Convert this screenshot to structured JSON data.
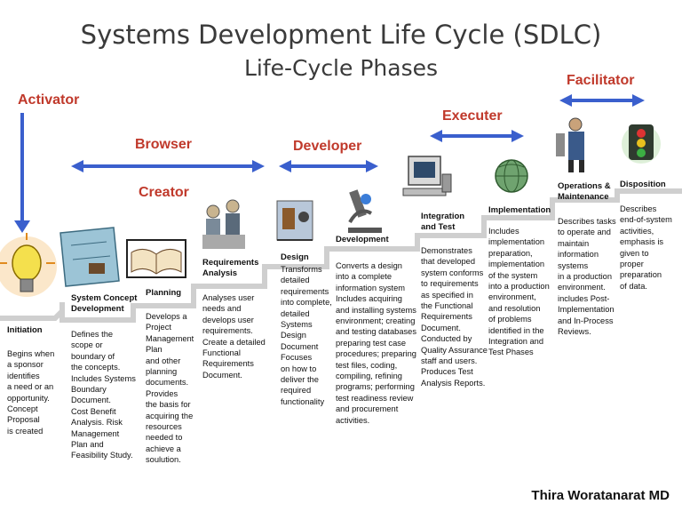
{
  "title": "Systems Development Life Cycle (SDLC)",
  "subtitle": "Life-Cycle Phases",
  "roles": {
    "activator": "Activator",
    "browser": "Browser",
    "creator": "Creator",
    "developer": "Developer",
    "executer": "Executer",
    "facilitator": "Facilitator"
  },
  "colors": {
    "role_text": "#c0392b",
    "arrow": "#3a5fcd",
    "stairs": "#cfcfcf"
  },
  "phases": [
    {
      "id": "initiation",
      "title": [
        "Initiation"
      ],
      "description": [
        "Begins when",
        "a sponsor",
        "identifies",
        "a need or an",
        "opportunity.",
        "Concept",
        "Proposal",
        "is created"
      ],
      "icon": "lightbulb-icon"
    },
    {
      "id": "concept",
      "title": [
        "System Concept",
        "Development"
      ],
      "description": [
        "Defines the",
        "scope or",
        "boundary of",
        "the concepts.",
        "Includes Systems",
        "Boundary",
        "Document.",
        "Cost Benefit",
        "Analysis. Risk",
        "Management",
        "Plan and",
        "Feasibility Study."
      ],
      "icon": "blueprint-icon"
    },
    {
      "id": "planning",
      "title": [
        "Planning"
      ],
      "description": [
        "Develops a",
        "Project",
        "Management",
        "Plan",
        "and other",
        "planning",
        "documents.",
        "Provides",
        "the basis for",
        "acquiring the",
        "resources",
        "needed to",
        "achieve a",
        "soulution."
      ],
      "icon": "book-icon"
    },
    {
      "id": "requirements",
      "title": [
        "Requirements",
        "Analysis"
      ],
      "description": [
        "Analyses user",
        "needs and",
        "develops user",
        "requirements.",
        "Create a detailed",
        "Functional",
        "Requirements",
        "Document."
      ],
      "icon": "people-icon"
    },
    {
      "id": "design",
      "title": [
        "Design"
      ],
      "description": [
        "Transforms",
        "detailed",
        "requirements",
        "into complete,",
        "detailed",
        "Systems",
        "Design",
        "Document",
        "Focuses",
        "on how to",
        "deliver the",
        "required",
        "functionality"
      ],
      "icon": "design-icon"
    },
    {
      "id": "development",
      "title": [
        "Development"
      ],
      "description": [
        "Converts a design",
        "into a complete",
        "information system",
        "Includes acquiring",
        "and installing systems",
        "environment; creating",
        "and testing databases",
        "preparing test case",
        "procedures; preparing",
        "test files, coding,",
        "compiling, refining",
        "programs; performing",
        "test readiness review",
        "and procurement",
        "activities."
      ],
      "icon": "microscope-icon"
    },
    {
      "id": "integration",
      "title": [
        "Integration",
        "and Test"
      ],
      "description": [
        "Demonstrates",
        "that developed",
        "system conforms",
        "to requirements",
        "as specified in",
        "the Functional",
        "Requirements",
        "Document.",
        "Conducted by",
        "Quality Assurance",
        "staff and users.",
        "Produces Test",
        "Analysis Reports."
      ],
      "icon": "computer-icon"
    },
    {
      "id": "implementation",
      "title": [
        "Implementation"
      ],
      "description": [
        "Includes",
        "implementation",
        "preparation,",
        "implementation",
        "of the system",
        "into a production",
        "environment,",
        "and resolution",
        "of problems",
        "identified in the",
        "Integration and",
        "Test Phases"
      ],
      "icon": "globe-icon"
    },
    {
      "id": "operations",
      "title": [
        "Operations &",
        "Maintenance"
      ],
      "description": [
        "Describes tasks",
        "to operate and",
        "maintain",
        "information",
        "systems",
        "in a production",
        "environment.",
        "includes Post-",
        "Implementation",
        "and In-Process",
        "Reviews."
      ],
      "icon": "worker-icon"
    },
    {
      "id": "disposition",
      "title": [
        "Disposition"
      ],
      "description": [
        "Describes",
        "end-of-system",
        "activities,",
        "emphasis is",
        "given to",
        "proper",
        "preparation",
        "of data."
      ],
      "icon": "traffic-light-icon"
    }
  ],
  "author": "Thira Woratanarat MD"
}
